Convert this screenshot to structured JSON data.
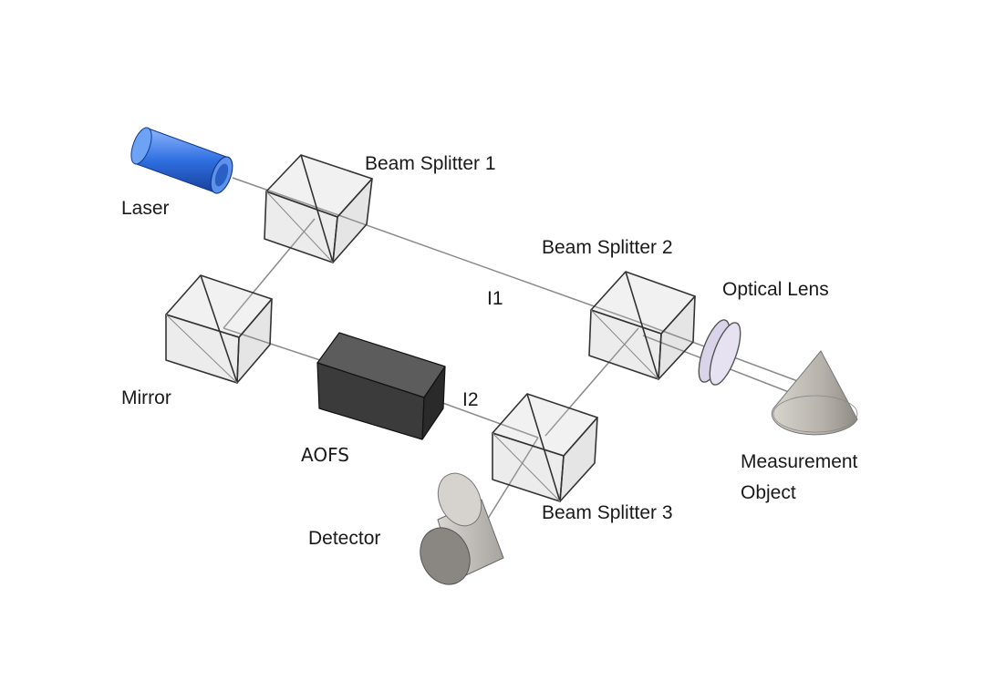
{
  "diagram": {
    "labels": {
      "laser": "Laser",
      "beam_splitter_1": "Beam Splitter 1",
      "beam_splitter_2": "Beam Splitter 2",
      "beam_splitter_3": "Beam Splitter 3",
      "mirror": "Mirror",
      "aofs": "AOFS",
      "i1": "I1",
      "i2": "I2",
      "optical_lens": "Optical Lens",
      "measurement_object_line1": "Measurement",
      "measurement_object_line2": "Object",
      "detector": "Detector"
    },
    "colors": {
      "laser": "#3a78d8",
      "aofs": "#3a3a3a",
      "cube_edge": "#333333",
      "beam": "#888888",
      "cone": "#bdb8b2",
      "detector": "#8e8a86"
    }
  }
}
